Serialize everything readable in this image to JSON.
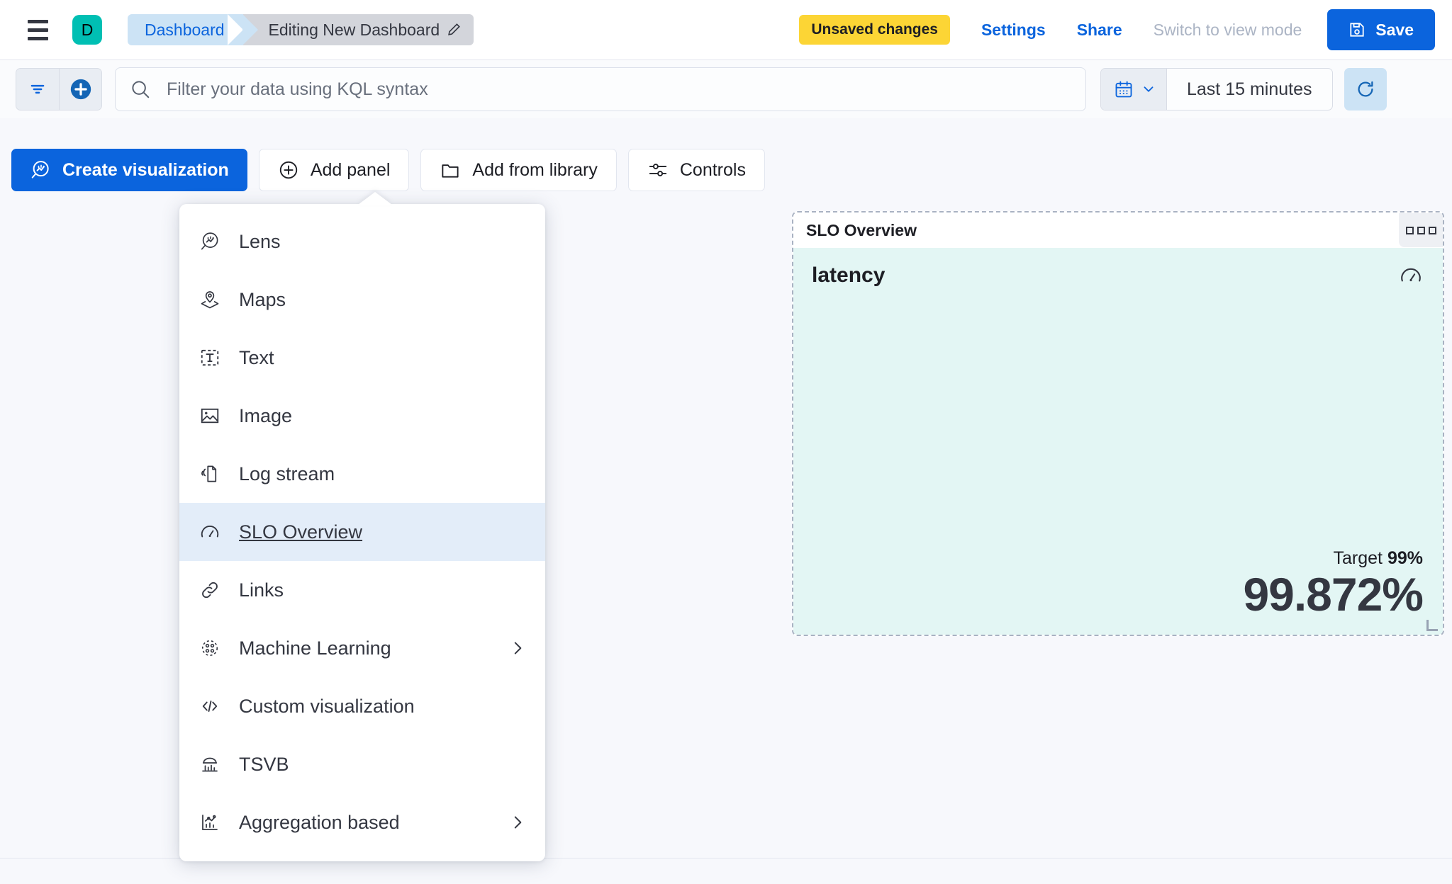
{
  "header": {
    "menu_icon": "hamburger-icon",
    "avatar_letter": "D",
    "breadcrumb": {
      "parent": "Dashboard",
      "current": "Editing New Dashboard",
      "edit_icon": "pencil-icon"
    },
    "unsaved_badge": "Unsaved changes",
    "settings_label": "Settings",
    "share_label": "Share",
    "view_mode_label": "Switch to view mode",
    "save_label": "Save",
    "save_icon": "save-disk-icon"
  },
  "querybar": {
    "filter_icon": "filter-icon",
    "add_filter_icon": "plus-circle-icon",
    "search_icon": "search-icon",
    "search_value": "",
    "search_placeholder": "Filter your data using KQL syntax",
    "calendar_icon": "calendar-icon",
    "chevron_icon": "chevron-down-icon",
    "time_range": "Last 15 minutes",
    "refresh_icon": "refresh-icon"
  },
  "toolbar": {
    "create_visualization": "Create visualization",
    "create_visualization_icon": "lens-icon",
    "add_panel": "Add panel",
    "add_panel_icon": "plus-circle-icon",
    "add_from_library": "Add from library",
    "add_from_library_icon": "folder-icon",
    "controls": "Controls",
    "controls_icon": "controls-sliders-icon"
  },
  "add_panel_menu": {
    "open": true,
    "items": [
      {
        "label": "Lens",
        "icon": "lens-icon",
        "submenu": false,
        "selected": false
      },
      {
        "label": "Maps",
        "icon": "maps-pin-icon",
        "submenu": false,
        "selected": false
      },
      {
        "label": "Text",
        "icon": "text-box-icon",
        "submenu": false,
        "selected": false
      },
      {
        "label": "Image",
        "icon": "image-icon",
        "submenu": false,
        "selected": false
      },
      {
        "label": "Log stream",
        "icon": "log-stream-icon",
        "submenu": false,
        "selected": false
      },
      {
        "label": "SLO Overview",
        "icon": "gauge-icon",
        "submenu": false,
        "selected": true
      },
      {
        "label": "Links",
        "icon": "link-icon",
        "submenu": false,
        "selected": false
      },
      {
        "label": "Machine Learning",
        "icon": "ml-icon",
        "submenu": true,
        "selected": false
      },
      {
        "label": "Custom visualization",
        "icon": "code-icon",
        "submenu": false,
        "selected": false
      },
      {
        "label": "TSVB",
        "icon": "tsvb-icon",
        "submenu": false,
        "selected": false
      },
      {
        "label": "Aggregation based",
        "icon": "agg-chart-icon",
        "submenu": true,
        "selected": false
      }
    ]
  },
  "slo_panel": {
    "panel_title": "SLO Overview",
    "context_menu_icon": "three-squares-icon",
    "slo_name": "latency",
    "slo_icon": "gauge-icon",
    "target_label": "Target",
    "target_value": "99%",
    "current_value": "99.872%",
    "body_color": "#E3F6F4",
    "resize_handle": "resize-handle"
  },
  "colors": {
    "accent_blue": "#0B64DD",
    "warning_yellow": "#FCD535",
    "teal_avatar": "#00BFB3",
    "panel_mint": "#E3F6F4",
    "selected_menu": "#E3EDF9"
  }
}
